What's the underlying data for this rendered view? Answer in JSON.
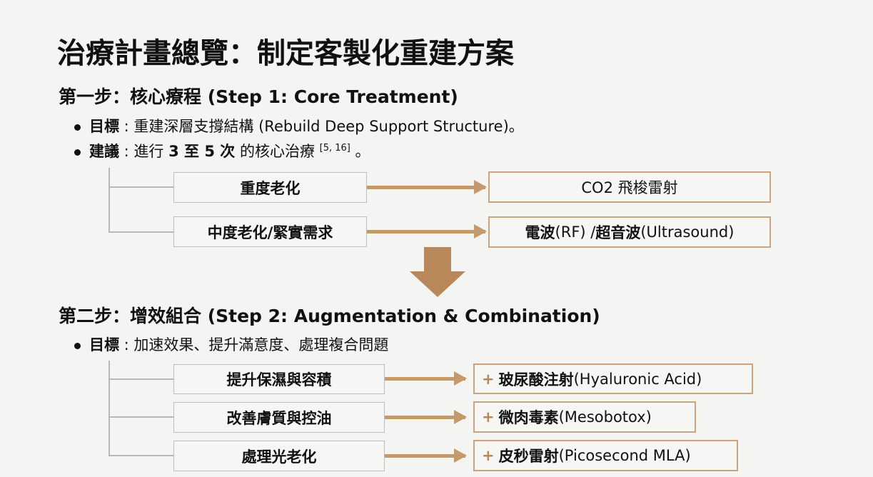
{
  "title": "治療計畫總覽：制定客製化重建方案",
  "step1": {
    "heading": "第一步：核心療程 (Step 1: Core Treatment)",
    "goal_label": "目標",
    "goal_text": " : 重建深層支撐結構 (Rebuild Deep Support Structure)。",
    "advice_label": "建議",
    "advice_pre": " : 進行 ",
    "advice_bold": "3 至 5 次",
    "advice_post": " 的核心治療 ",
    "advice_ref": "[5, 16]",
    "advice_end": " 。",
    "rows": [
      {
        "condition": "重度老化",
        "treatment_bold": "",
        "treatment": "CO2 飛梭雷射"
      },
      {
        "condition": "中度老化/緊實需求",
        "treatment_bold": "電波",
        "treatment": " (RF) / ",
        "treatment_bold2": "超音波",
        "treatment2": " (Ultrasound)"
      }
    ]
  },
  "step2": {
    "heading": "第二步：增效組合 (Step 2: Augmentation & Combination)",
    "goal_label": "目標",
    "goal_text": " : 加速效果、提升滿意度、處理複合問題",
    "rows": [
      {
        "condition": "提升保濕與容積",
        "plus": "+",
        "treatment_bold": "玻尿酸注射",
        "treatment": " (Hyaluronic Acid)"
      },
      {
        "condition": "改善膚質與控油",
        "plus": "+",
        "treatment_bold": "微肉毒素",
        "treatment": " (Mesobotox)"
      },
      {
        "condition": "處理光老化",
        "plus": "+",
        "treatment_bold": "皮秒雷射",
        "treatment": " (Picosecond MLA)"
      }
    ]
  },
  "colors": {
    "accent": "#c49a6c",
    "box_border": "#c9a47c",
    "background": "#f4f4f2"
  }
}
